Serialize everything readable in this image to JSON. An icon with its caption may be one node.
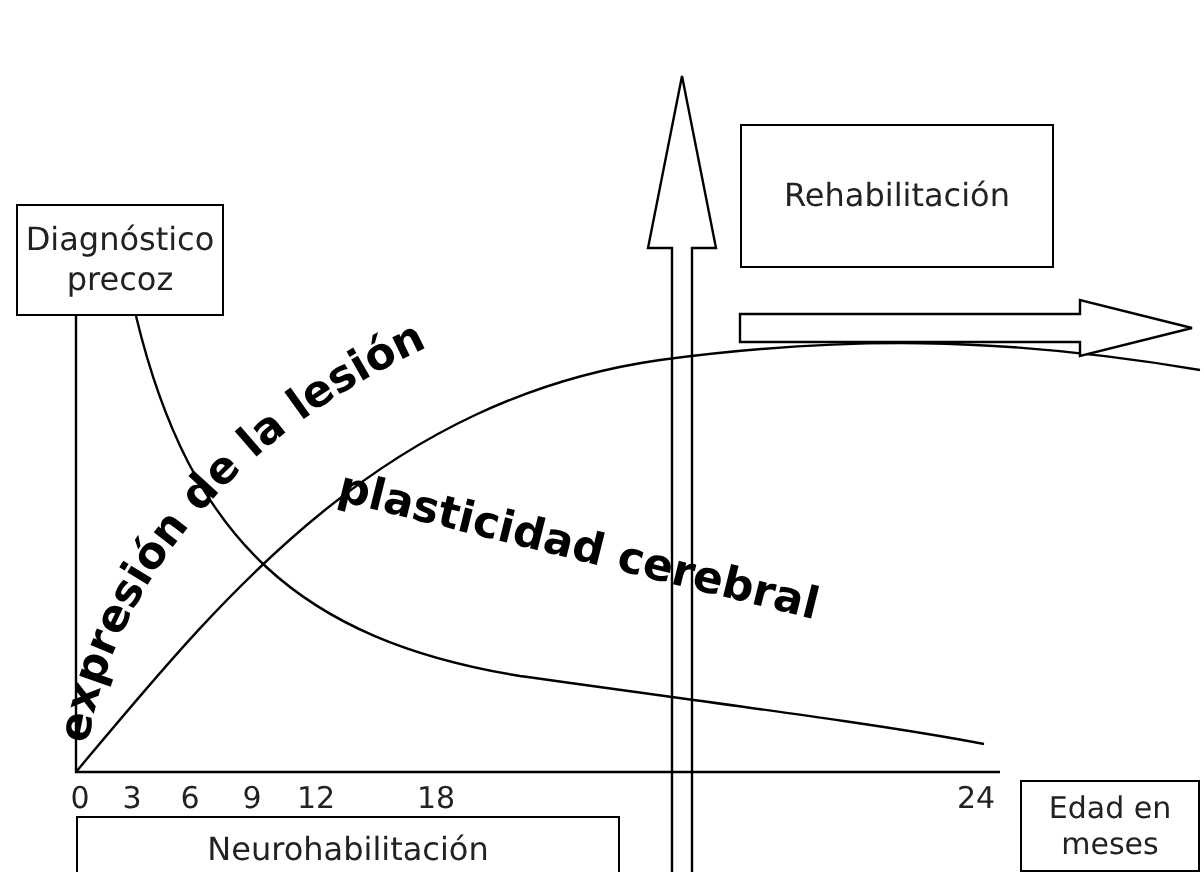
{
  "diagram": {
    "nodes": [
      {
        "text": [
          "Diagnóstico precoz"
        ]
      },
      {
        "text": [
          "Rehabilitación"
        ]
      },
      {
        "text": [
          "Neurohabilitación"
        ]
      },
      {
        "text": [
          "Edad en meses"
        ]
      }
    ],
    "labels": [
      "expresión de la lesión",
      "plasticidad cerebral",
      "0",
      "3",
      "6",
      "9",
      "12",
      "18",
      "24"
    ]
  }
}
